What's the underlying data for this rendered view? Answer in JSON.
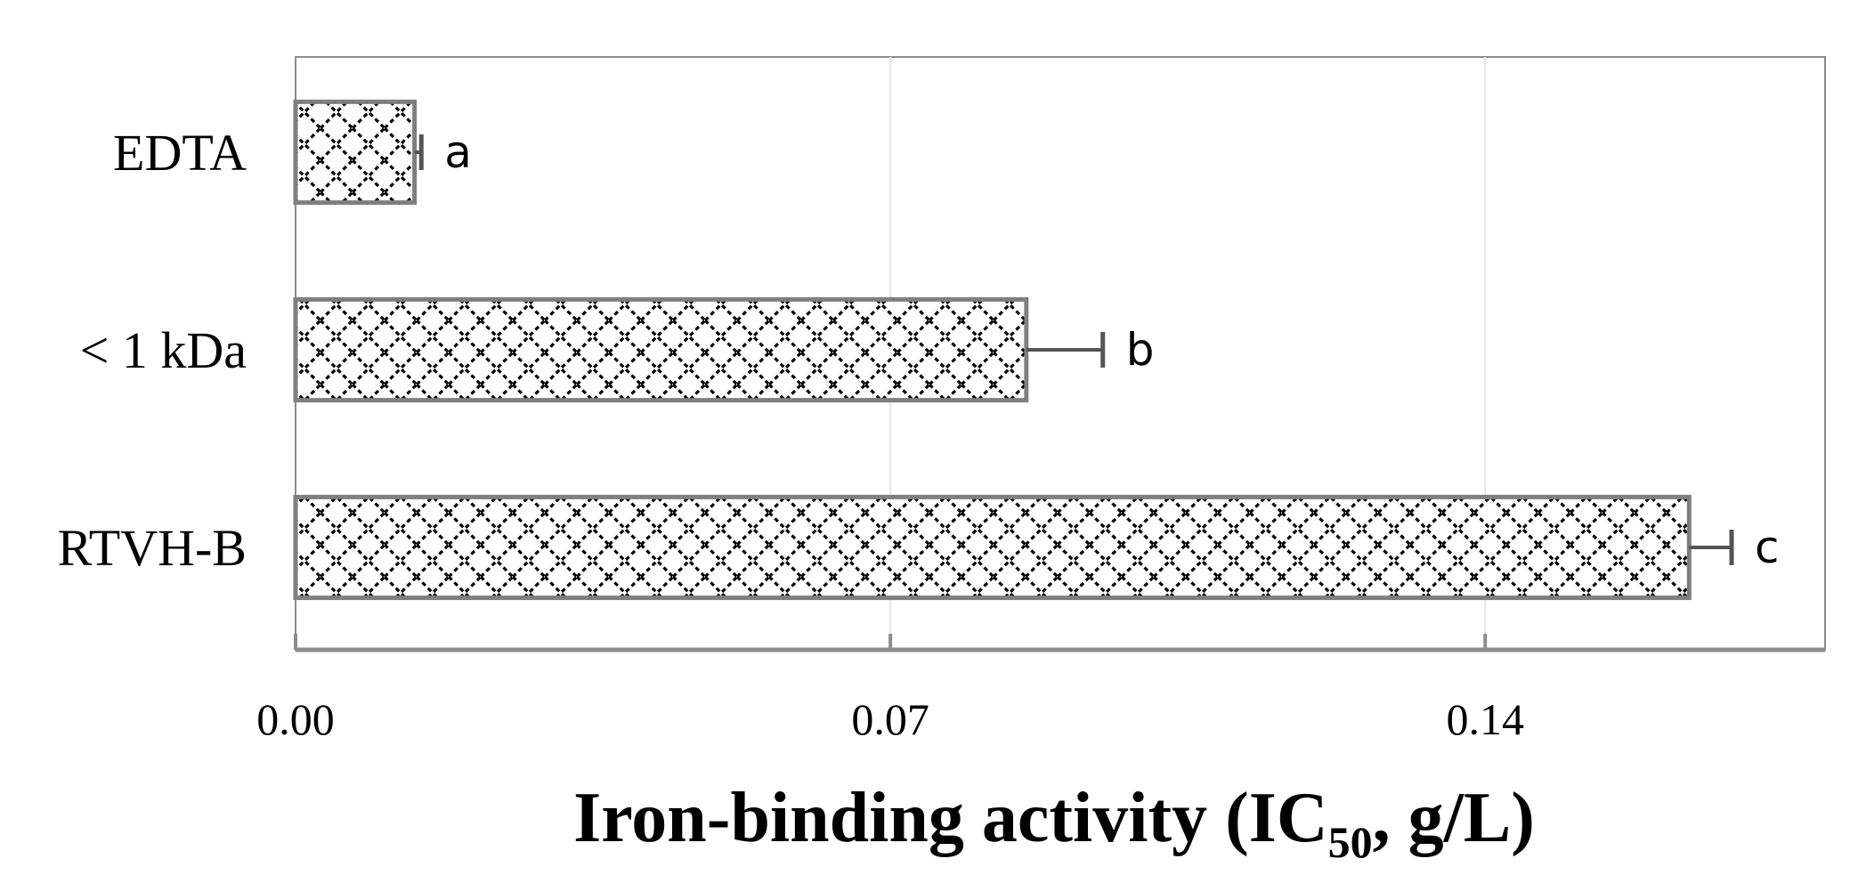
{
  "chart_data": {
    "type": "bar",
    "orientation": "horizontal",
    "categories": [
      "EDTA",
      "< 1 kDa",
      "RTVH-B"
    ],
    "values": [
      0.014,
      0.086,
      0.164
    ],
    "error_bars": [
      0.0008,
      0.009,
      0.005
    ],
    "significance_letters": [
      "a",
      "b",
      "c"
    ],
    "xlabel_main": "Iron-binding activity  (IC",
    "xlabel_sub": "50",
    "xlabel_end": ", g/L)",
    "ylabel": "",
    "xlim": [
      0,
      0.18
    ],
    "xticks": [
      0,
      0.07,
      0.14
    ],
    "xtick_labels": [
      "0.00",
      "0.07",
      "0.14"
    ],
    "grid": "vertical",
    "legend": "none",
    "colors": {
      "bar_border": "#7f7f7f",
      "pattern": "#000000",
      "frame": "#8c8c8c",
      "error_bar": "#555555"
    }
  }
}
